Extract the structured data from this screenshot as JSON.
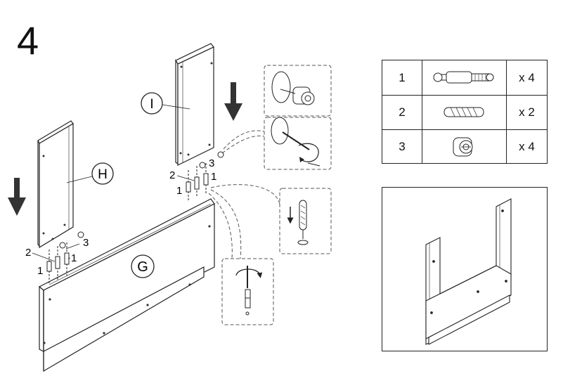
{
  "step": {
    "number": "4"
  },
  "panels": {
    "G": "G",
    "H": "H",
    "I": "I"
  },
  "callouts": {
    "left_cam": "3",
    "left_dowel": "2",
    "left_bolt_top": "1",
    "left_bolt_side": "1",
    "right_cam": "3",
    "right_dowel": "2",
    "right_bolt_top": "1",
    "right_bolt_side": "1"
  },
  "parts": [
    {
      "number": "1",
      "icon": "cam-bolt-icon",
      "qty": "x 4"
    },
    {
      "number": "2",
      "icon": "wooden-dowel-icon",
      "qty": "x 2"
    },
    {
      "number": "3",
      "icon": "cam-lock-icon",
      "qty": "x 4"
    }
  ],
  "colors": {
    "line": "#222222",
    "dashed": "#555555",
    "fill": "#ffffff"
  }
}
